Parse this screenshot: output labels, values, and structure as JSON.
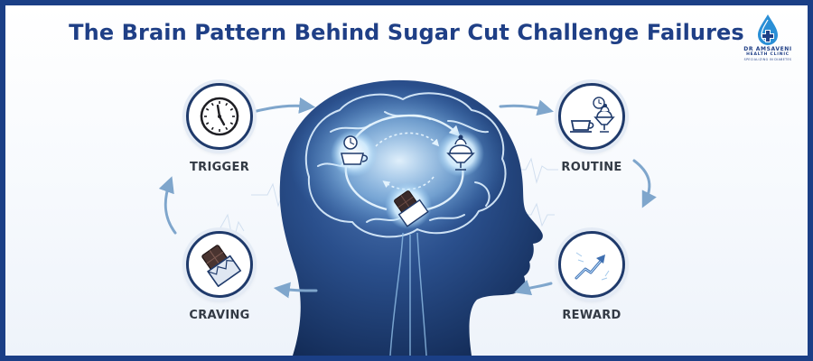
{
  "title": "The Brain Pattern Behind Sugar Cut Challenge Failures",
  "logo": {
    "line1": "DR AMSAVENI",
    "line2": "HEALTH CLINIC",
    "line3": "SPECIALIZING IN DIABETES"
  },
  "stages": {
    "trigger": {
      "label": "TRIGGER",
      "icon": "clock-icon"
    },
    "routine": {
      "label": "ROUTINE",
      "icon": "coffee-cup-and-sundae-icon"
    },
    "reward": {
      "label": "REWARD",
      "icon": "rising-arrow-icon"
    },
    "craving": {
      "label": "CRAVING",
      "icon": "chocolate-bar-icon"
    }
  },
  "colors": {
    "border": "#1b3f86",
    "title": "#1f3f86",
    "brain_dark": "#16325f",
    "glow": "#bfe2ff",
    "arrow": "#7fa6cc",
    "label": "#333a44"
  }
}
